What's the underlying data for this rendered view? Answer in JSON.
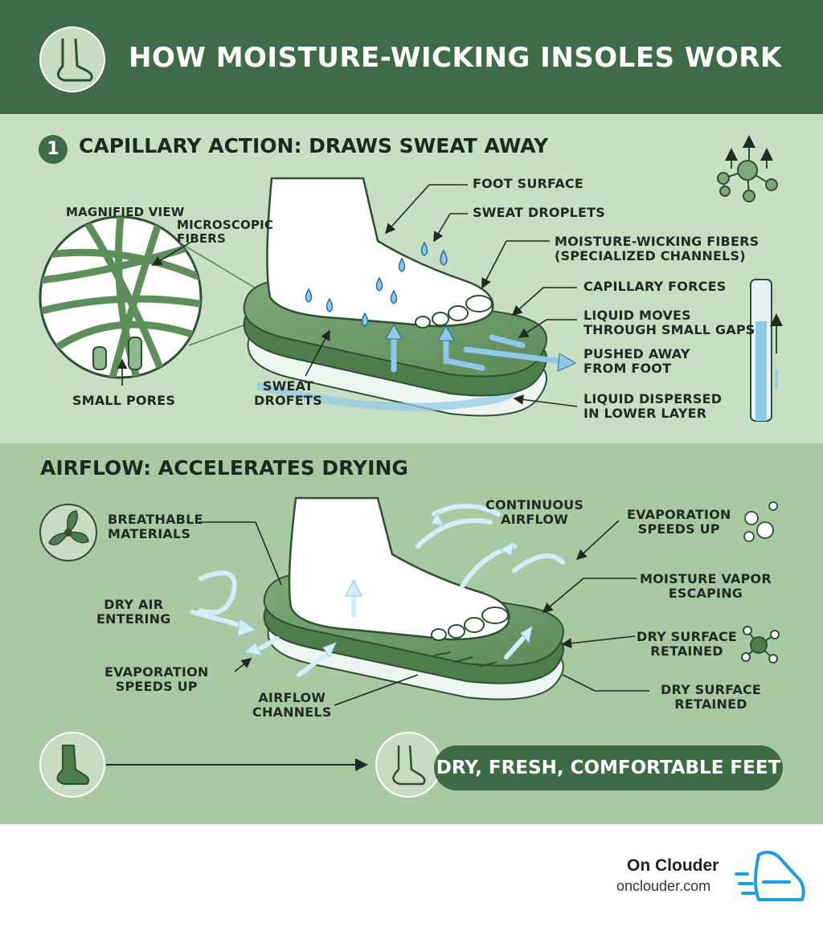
{
  "header": {
    "title": "HOW MOISTURE-WICKING INSOLES WORK",
    "icon": "foot-icon"
  },
  "section1": {
    "number": "1",
    "heading": "CAPILLARY ACTION: DRAWS SWEAT AWAY",
    "labels": {
      "magnified_view": "MAGNIFIED VIEW",
      "microscopic_fibers": "MICROSCOPIC\nFIBERS",
      "small_pores": "SMALL PORES",
      "sweat_drofets": "SWEAT\nDROFETS",
      "foot_surface": "FOOT SURFACE",
      "sweat_droplets": "SWEAT DROPLETS",
      "wicking_fibers": "MOISTURE-WICKING FIBERS\n(SPECIALIZED CHANNELS)",
      "capillary_forces": "CAPILLARY FORCES",
      "liquid_moves": "LIQUID MOVES\nTHROUGH SMALL GAPS",
      "pushed_away": "PUSHED AWAY\nFROM FOOT",
      "liquid_dispersed": "LIQUID DISPERSED\nIN LOWER LAYER"
    }
  },
  "section2": {
    "heading": "AIRFLOW: ACCELERATES DRYING",
    "labels": {
      "breathable": "BREATHABLE\nMATERIALS",
      "dry_air": "DRY AIR\nENTERING",
      "evap_left": "EVAPORATION\nSPEEDS UP",
      "airflow_channels": "AIRFLOW\nCHANNELS",
      "continuous_airflow": "CONTINUOUS\nAIRFLOW",
      "evap_right": "EVAPORATION\nSPEEDS UP",
      "vapor_escaping": "MOISTURE VAPOR\nESCAPING",
      "dry_surface_1": "DRY SURFACE\nRETAINED",
      "dry_surface_2": "DRY SURFACE\nRETAINED"
    },
    "result": "DRY, FRESH, COMFORTABLE FEET"
  },
  "footer": {
    "brand": "On Clouder",
    "url": "onclouder.com"
  },
  "colors": {
    "header_bg": "#3f6b48",
    "section1_bg": "#c9dfc4",
    "section2_bg": "#a9c9a3",
    "insole": "#6b9a68",
    "water": "#8fc8e8",
    "accent_blue": "#1f9ee0"
  }
}
